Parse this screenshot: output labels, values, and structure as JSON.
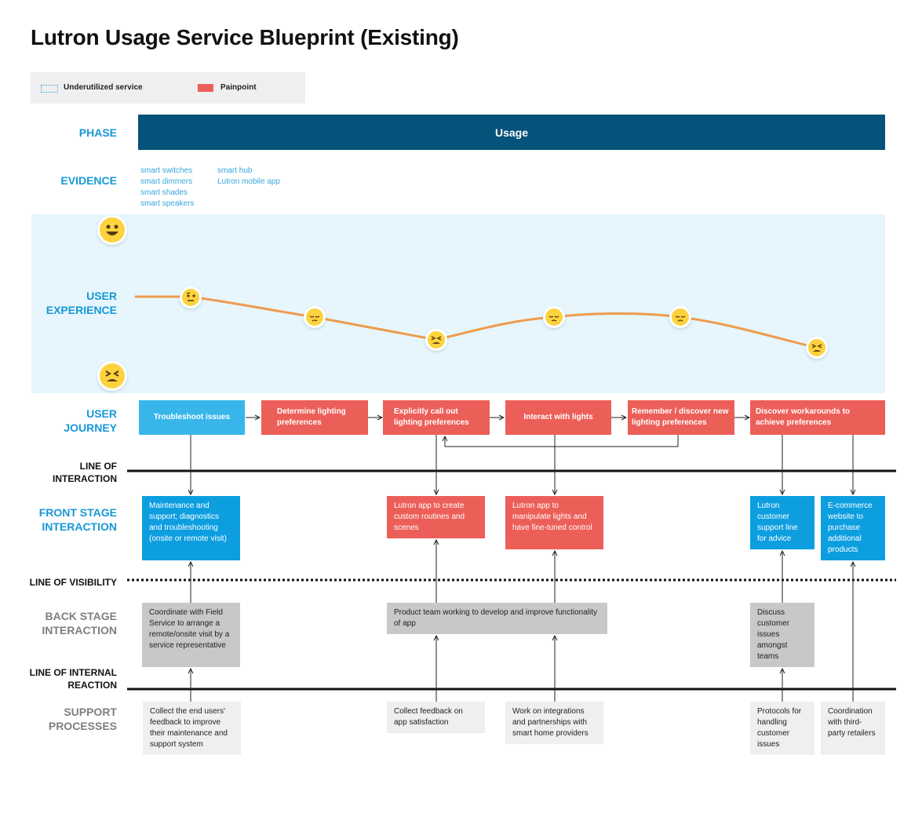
{
  "title": "Lutron Usage Service Blueprint (Existing)",
  "legend": {
    "underutilized_label": "Underutilized service",
    "painpoint_label": "Painpoint",
    "colors": {
      "underutilized": "#36a6dc",
      "painpoint": "#ec5f58"
    }
  },
  "rows": {
    "phase": "PHASE",
    "evidence": "EVIDENCE",
    "user_experience_1": "USER",
    "user_experience_2": "EXPERIENCE",
    "user_journey_1": "USER",
    "user_journey_2": "JOURNEY",
    "line_of_interaction_1": "LINE OF",
    "line_of_interaction_2": "INTERACTION",
    "front_stage_1": "FRONT STAGE",
    "front_stage_2": "INTERACTION",
    "line_of_visibility": "LINE OF VISIBILITY",
    "back_stage_1": "BACK STAGE",
    "back_stage_2": "INTERACTION",
    "line_of_internal_1": "LINE OF INTERNAL",
    "line_of_internal_2": "REACTION",
    "support_1": "SUPPORT",
    "support_2": "PROCESSES"
  },
  "phase": {
    "label": "Usage",
    "color": "#05527a"
  },
  "evidence": {
    "col1": [
      "smart switches",
      "smart dimmers",
      "smart shades",
      "smart speakers"
    ],
    "col2": [
      "smart hub",
      "Lutron mobile app"
    ]
  },
  "ux_faces": [
    "happy-face-icon",
    "neutral-face-icon",
    "sad-face-icon",
    "tired-face-icon"
  ],
  "journey": [
    {
      "text": "Troubleshoot issues",
      "type": "underutilized"
    },
    {
      "text": "Determine lighting preferences",
      "type": "painpoint"
    },
    {
      "text": "Explicitly call out lighting preferences",
      "type": "painpoint"
    },
    {
      "text": "Interact with lights",
      "type": "painpoint"
    },
    {
      "text": "Remember / discover new lighting preferences",
      "type": "painpoint"
    },
    {
      "text": "Discover workarounds to achieve preferences",
      "type": "painpoint"
    }
  ],
  "front_stage": [
    {
      "text": "Maintenance and support; diagnostics and troubleshooting (onsite or remote visit)",
      "type": "service"
    },
    {
      "text": "Lutron app to create custom routines and scenes",
      "type": "painpoint"
    },
    {
      "text": "Lutron app to manipulate lights and have fine-tuned control",
      "type": "painpoint"
    },
    {
      "text": "Lutron customer support line for advice",
      "type": "service"
    },
    {
      "text": "E-commerce website to purchase additional products",
      "type": "service"
    }
  ],
  "back_stage": [
    {
      "text": "Coordinate with Field Service to arrange a remote/onsite visit by a service representative"
    },
    {
      "text": "Product team working to develop and improve functionality of app"
    },
    {
      "text": "Discuss customer issues amongst teams"
    }
  ],
  "support": [
    {
      "text": "Collect the end users' feedback to improve their maintenance and support system"
    },
    {
      "text": "Collect feedback on app satisfaction"
    },
    {
      "text": "Work on integrations and partnerships with smart home providers"
    },
    {
      "text": "Protocols for handling customer issues"
    },
    {
      "text": "Coordination with third-party retailers"
    }
  ]
}
